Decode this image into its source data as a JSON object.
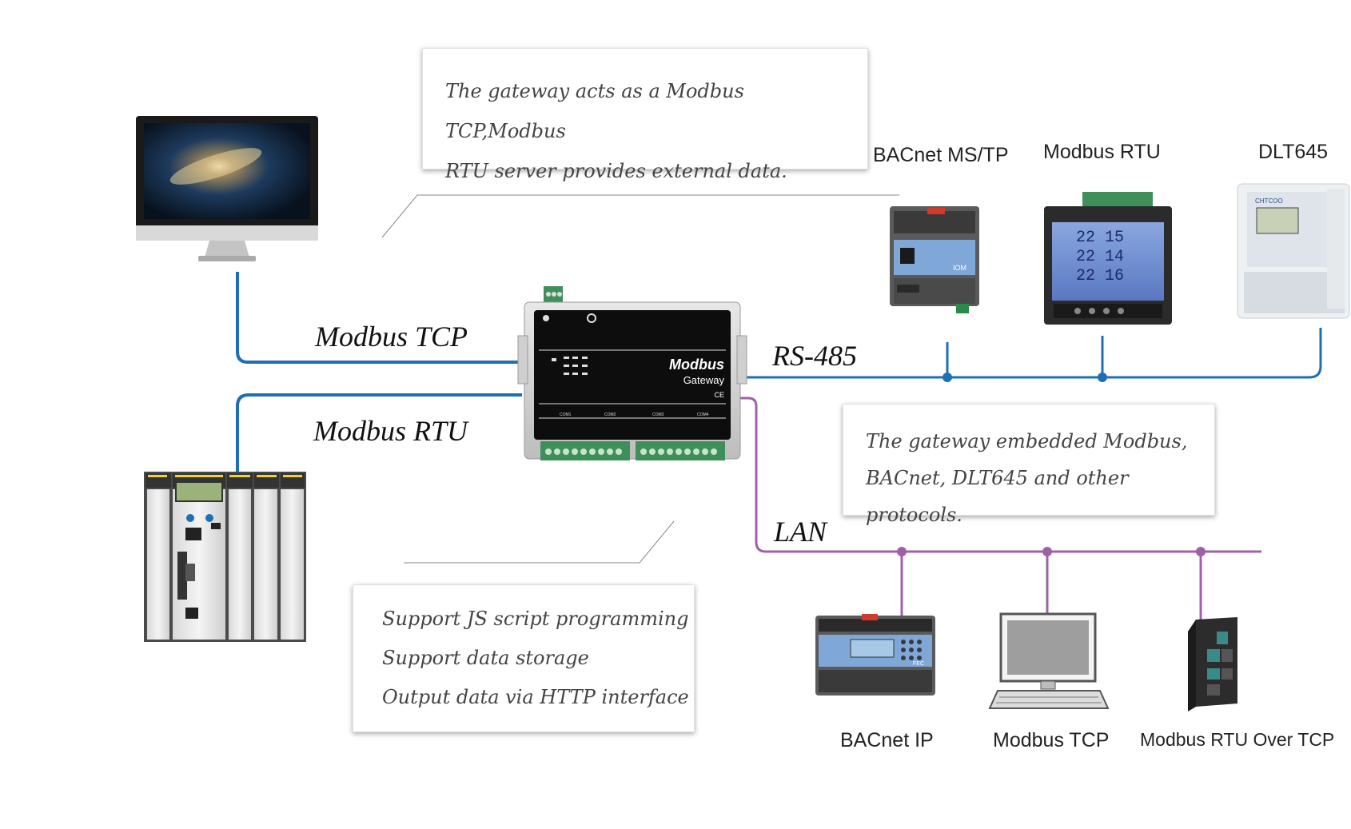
{
  "callouts": {
    "server": [
      "The gateway acts as a Modbus TCP,Modbus",
      "RTU server provides external data."
    ],
    "protocols": [
      "The gateway embedded Modbus,",
      "BACnet, DLT645 and other protocols."
    ],
    "features": [
      "Support JS script programming",
      "Support data storage",
      "Output data via HTTP interface"
    ]
  },
  "links": {
    "modbus_tcp": "Modbus TCP",
    "modbus_rtu": "Modbus RTU",
    "rs485": "RS-485",
    "lan": "LAN"
  },
  "rs485_devices": [
    "BACnet MS/TP",
    "Modbus RTU",
    "DLT645"
  ],
  "lan_devices": [
    "BACnet IP",
    "Modbus TCP",
    "Modbus RTU Over TCP"
  ],
  "gateway": {
    "brand": "Modbus",
    "model": "Gateway",
    "mark": "CE",
    "ports": [
      "COM1",
      "COM2",
      "COM3",
      "COM4"
    ]
  },
  "devices": {
    "bacnet_mstp_badge": "IOM",
    "meter_readings": [
      "22 15",
      "22 14",
      "22 16"
    ],
    "dlt645_brand": "CHTCOO",
    "bacnet_ip_badge": "FEC"
  },
  "colors": {
    "rs485_line": "#1f6fb5",
    "lan_line": "#a060a8",
    "callout_text": "#444444"
  }
}
